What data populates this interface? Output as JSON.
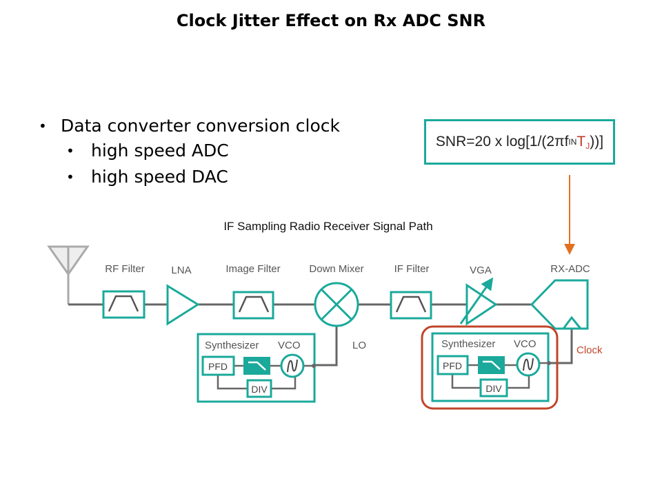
{
  "slide": {
    "title": "Clock Jitter Effect on Rx ADC SNR"
  },
  "bullets": {
    "main": "Data converter conversion clock",
    "sub": [
      "high speed ADC",
      "high speed DAC"
    ]
  },
  "formula": {
    "prefix": "SNR=20 x log[1/(2πf",
    "subscript": "IN",
    "jitter_symbol": "T",
    "jitter_subscript": "J",
    "suffix": "))]"
  },
  "diagram": {
    "title": "IF Sampling Radio Receiver Signal Path",
    "blocks": {
      "rf_filter": "RF Filter",
      "lna": "LNA",
      "image_filter": "Image Filter",
      "down_mixer": "Down Mixer",
      "if_filter": "IF Filter",
      "vga": "VGA",
      "rx_adc": "RX-ADC"
    },
    "synthesizer": {
      "label": "Synthesizer",
      "vco": "VCO",
      "pfd": "PFD",
      "div": "DIV"
    },
    "lo_label": "LO",
    "clock_label": "Clock",
    "colors": {
      "teal": "#1aa99b",
      "wire": "#666666",
      "highlight": "#c0452a",
      "arrow": "#e07020",
      "antenna": "#aaaaaa"
    }
  }
}
